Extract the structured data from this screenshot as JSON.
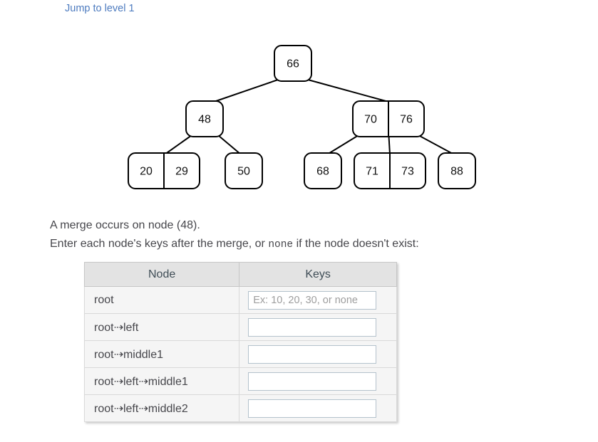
{
  "header": {
    "jump_link": "Jump to level 1"
  },
  "tree": {
    "root": {
      "keys": [
        "66"
      ]
    },
    "root_left": {
      "keys": [
        "48"
      ]
    },
    "root_right": {
      "keys": [
        "70",
        "76"
      ]
    },
    "root_left_left": {
      "keys": [
        "20",
        "29"
      ]
    },
    "root_left_right": {
      "keys": [
        "50"
      ]
    },
    "root_right_left": {
      "keys": [
        "68"
      ]
    },
    "root_right_middle": {
      "keys": [
        "71",
        "73"
      ]
    },
    "root_right_right": {
      "keys": [
        "88"
      ]
    }
  },
  "prompt": {
    "line1": "A merge occurs on node (48).",
    "line2_before": "Enter each node's keys after the merge, or ",
    "line2_code": "none",
    "line2_after": " if the node doesn't exist:"
  },
  "table": {
    "header_node": "Node",
    "header_keys": "Keys",
    "rows": [
      {
        "node": "root",
        "value": "",
        "placeholder": "Ex: 10, 20, 30, or none"
      },
      {
        "node": "root⇢left",
        "value": "",
        "placeholder": ""
      },
      {
        "node": "root⇢middle1",
        "value": "",
        "placeholder": ""
      },
      {
        "node": "root⇢left⇢middle1",
        "value": "",
        "placeholder": ""
      },
      {
        "node": "root⇢left⇢middle2",
        "value": "",
        "placeholder": ""
      }
    ]
  },
  "colors": {
    "link": "#4d7bbf",
    "body_text": "#46464b",
    "table_header_text": "#3f4d56",
    "node_stroke": "#000000",
    "node_fill": "#ffffff"
  }
}
